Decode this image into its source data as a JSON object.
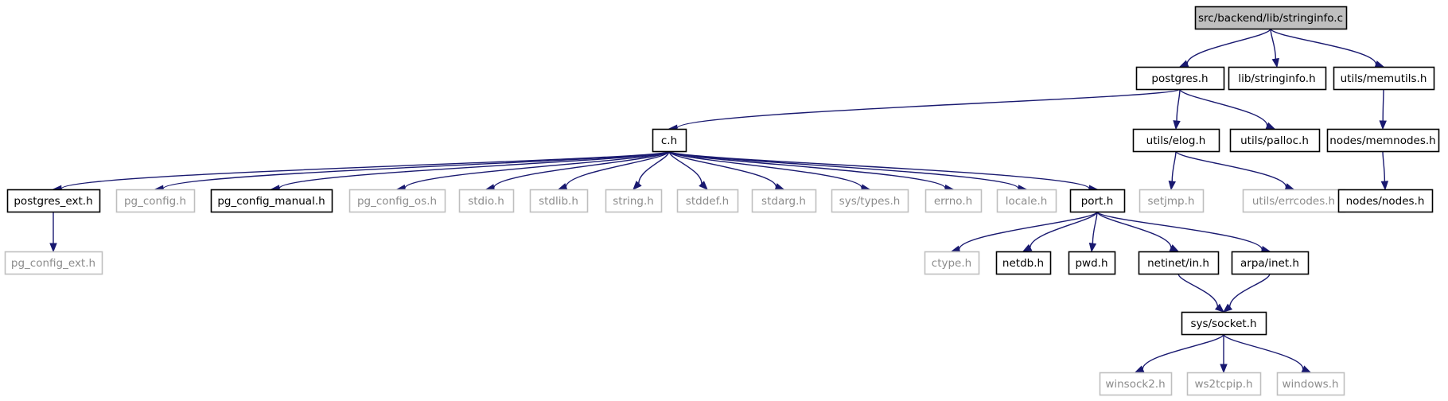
{
  "diagram": {
    "type": "include-dependency-graph",
    "colors": {
      "edge": "#191970",
      "border_documented": "#000000",
      "border_undocumented": "#bfbfbf",
      "text_documented": "#000000",
      "text_undocumented": "#8c8c8c",
      "root_fill": "#bfbfbf"
    },
    "nodes": [
      {
        "id": "root",
        "label": "src/backend/lib/stringinfo.c",
        "style": "root"
      },
      {
        "id": "postgres_h",
        "label": "postgres.h",
        "style": "documented"
      },
      {
        "id": "lib_stringinfo_h",
        "label": "lib/stringinfo.h",
        "style": "documented"
      },
      {
        "id": "utils_memutils_h",
        "label": "utils/memutils.h",
        "style": "documented"
      },
      {
        "id": "c_h",
        "label": "c.h",
        "style": "documented"
      },
      {
        "id": "utils_elog_h",
        "label": "utils/elog.h",
        "style": "documented"
      },
      {
        "id": "utils_palloc_h",
        "label": "utils/palloc.h",
        "style": "documented"
      },
      {
        "id": "nodes_memnodes_h",
        "label": "nodes/memnodes.h",
        "style": "documented"
      },
      {
        "id": "postgres_ext_h",
        "label": "postgres_ext.h",
        "style": "documented"
      },
      {
        "id": "pg_config_h",
        "label": "pg_config.h",
        "style": "undocumented"
      },
      {
        "id": "pg_config_manual_h",
        "label": "pg_config_manual.h",
        "style": "documented"
      },
      {
        "id": "pg_config_os_h",
        "label": "pg_config_os.h",
        "style": "undocumented"
      },
      {
        "id": "stdio_h",
        "label": "stdio.h",
        "style": "undocumented"
      },
      {
        "id": "stdlib_h",
        "label": "stdlib.h",
        "style": "undocumented"
      },
      {
        "id": "string_h",
        "label": "string.h",
        "style": "undocumented"
      },
      {
        "id": "stddef_h",
        "label": "stddef.h",
        "style": "undocumented"
      },
      {
        "id": "stdarg_h",
        "label": "stdarg.h",
        "style": "undocumented"
      },
      {
        "id": "sys_types_h",
        "label": "sys/types.h",
        "style": "undocumented"
      },
      {
        "id": "errno_h",
        "label": "errno.h",
        "style": "undocumented"
      },
      {
        "id": "locale_h",
        "label": "locale.h",
        "style": "undocumented"
      },
      {
        "id": "port_h",
        "label": "port.h",
        "style": "documented"
      },
      {
        "id": "setjmp_h",
        "label": "setjmp.h",
        "style": "undocumented"
      },
      {
        "id": "utils_errcodes_h",
        "label": "utils/errcodes.h",
        "style": "undocumented"
      },
      {
        "id": "nodes_nodes_h",
        "label": "nodes/nodes.h",
        "style": "documented"
      },
      {
        "id": "pg_config_ext_h",
        "label": "pg_config_ext.h",
        "style": "undocumented"
      },
      {
        "id": "ctype_h",
        "label": "ctype.h",
        "style": "undocumented"
      },
      {
        "id": "netdb_h",
        "label": "netdb.h",
        "style": "documented"
      },
      {
        "id": "pwd_h",
        "label": "pwd.h",
        "style": "documented"
      },
      {
        "id": "netinet_in_h",
        "label": "netinet/in.h",
        "style": "documented"
      },
      {
        "id": "arpa_inet_h",
        "label": "arpa/inet.h",
        "style": "documented"
      },
      {
        "id": "sys_socket_h",
        "label": "sys/socket.h",
        "style": "documented"
      },
      {
        "id": "winsock2_h",
        "label": "winsock2.h",
        "style": "undocumented"
      },
      {
        "id": "ws2tcpip_h",
        "label": "ws2tcpip.h",
        "style": "undocumented"
      },
      {
        "id": "windows_h",
        "label": "windows.h",
        "style": "undocumented"
      }
    ],
    "edges": [
      [
        "root",
        "postgres_h"
      ],
      [
        "root",
        "lib_stringinfo_h"
      ],
      [
        "root",
        "utils_memutils_h"
      ],
      [
        "postgres_h",
        "c_h"
      ],
      [
        "postgres_h",
        "utils_elog_h"
      ],
      [
        "postgres_h",
        "utils_palloc_h"
      ],
      [
        "utils_memutils_h",
        "nodes_memnodes_h"
      ],
      [
        "nodes_memnodes_h",
        "nodes_nodes_h"
      ],
      [
        "c_h",
        "postgres_ext_h"
      ],
      [
        "c_h",
        "pg_config_h"
      ],
      [
        "c_h",
        "pg_config_manual_h"
      ],
      [
        "c_h",
        "pg_config_os_h"
      ],
      [
        "c_h",
        "stdio_h"
      ],
      [
        "c_h",
        "stdlib_h"
      ],
      [
        "c_h",
        "string_h"
      ],
      [
        "c_h",
        "stddef_h"
      ],
      [
        "c_h",
        "stdarg_h"
      ],
      [
        "c_h",
        "sys_types_h"
      ],
      [
        "c_h",
        "errno_h"
      ],
      [
        "c_h",
        "locale_h"
      ],
      [
        "c_h",
        "port_h"
      ],
      [
        "utils_elog_h",
        "setjmp_h"
      ],
      [
        "utils_elog_h",
        "utils_errcodes_h"
      ],
      [
        "postgres_ext_h",
        "pg_config_ext_h"
      ],
      [
        "port_h",
        "ctype_h"
      ],
      [
        "port_h",
        "netdb_h"
      ],
      [
        "port_h",
        "pwd_h"
      ],
      [
        "port_h",
        "netinet_in_h"
      ],
      [
        "port_h",
        "arpa_inet_h"
      ],
      [
        "netinet_in_h",
        "sys_socket_h"
      ],
      [
        "arpa_inet_h",
        "sys_socket_h"
      ],
      [
        "sys_socket_h",
        "winsock2_h"
      ],
      [
        "sys_socket_h",
        "ws2tcpip_h"
      ],
      [
        "sys_socket_h",
        "windows_h"
      ]
    ]
  }
}
